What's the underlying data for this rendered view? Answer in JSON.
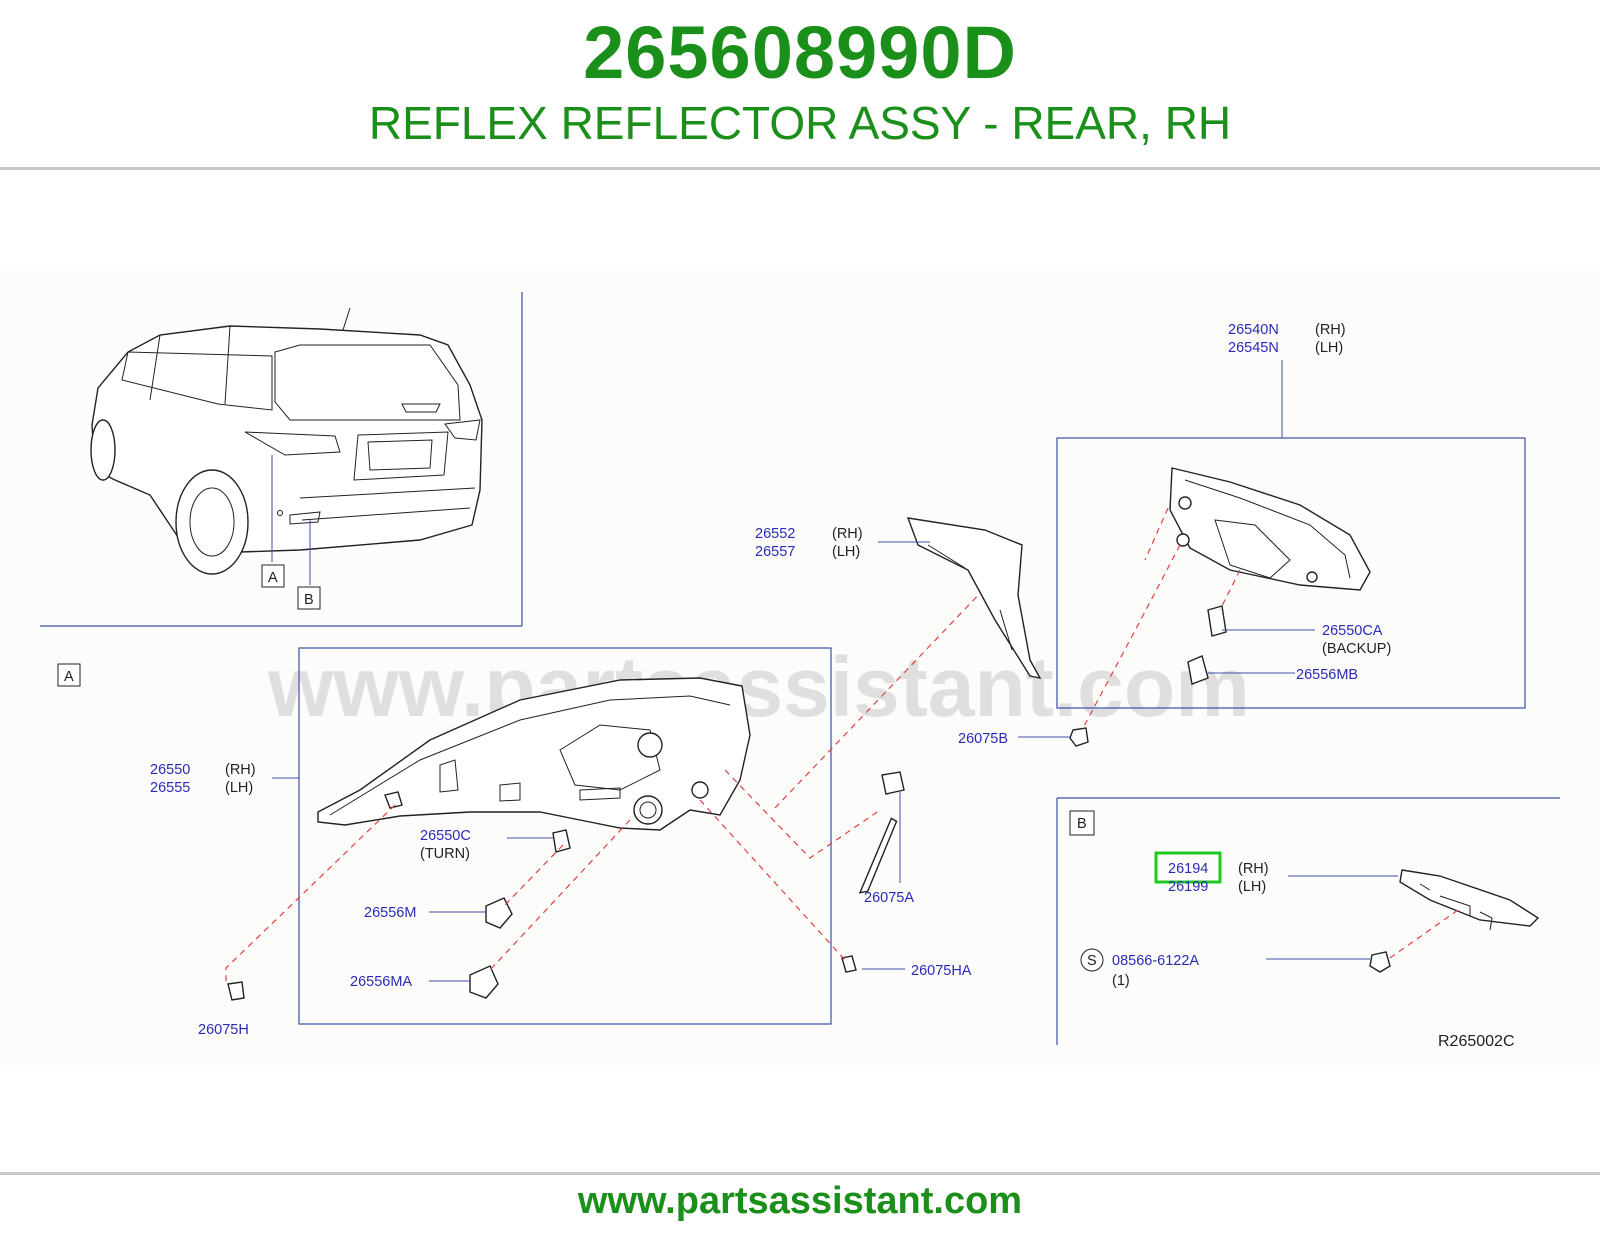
{
  "header": {
    "part_number": "265608990D",
    "part_name": "REFLEX REFLECTOR ASSY - REAR, RH"
  },
  "footer": {
    "url": "www.partsassistant.com"
  },
  "diagram": {
    "watermark": "www.partsassistant.com",
    "ref_code": "R265002C",
    "box_labels": {
      "a_callout": "A",
      "b_callout": "B",
      "a_section": "A",
      "b_section": "B"
    },
    "highlight_color": "#1ec91e",
    "callouts": {
      "p26540N": "26540N",
      "p26540N_side": "(RH)",
      "p26545N": "26545N",
      "p26545N_side": "(LH)",
      "p26552": "26552",
      "p26552_side": "(RH)",
      "p26557": "26557",
      "p26557_side": "(LH)",
      "p26550CA": "26550CA",
      "p26550CA_note": "(BACKUP)",
      "p26556MB": "26556MB",
      "p26075B": "26075B",
      "p26550": "26550",
      "p26550_side": "(RH)",
      "p26555": "26555",
      "p26555_side": "(LH)",
      "p26550C": "26550C",
      "p26550C_note": "(TURN)",
      "p26556M": "26556M",
      "p26556MA": "26556MA",
      "p26075H": "26075H",
      "p26075A": "26075A",
      "p26075HA": "26075HA",
      "p26194": "26194",
      "p26194_side": "(RH)",
      "p26199": "26199",
      "p26199_side": "(LH)",
      "p08566": "08566-6122A",
      "p08566_qty": "(1)",
      "p08566_symbol": "S"
    }
  }
}
